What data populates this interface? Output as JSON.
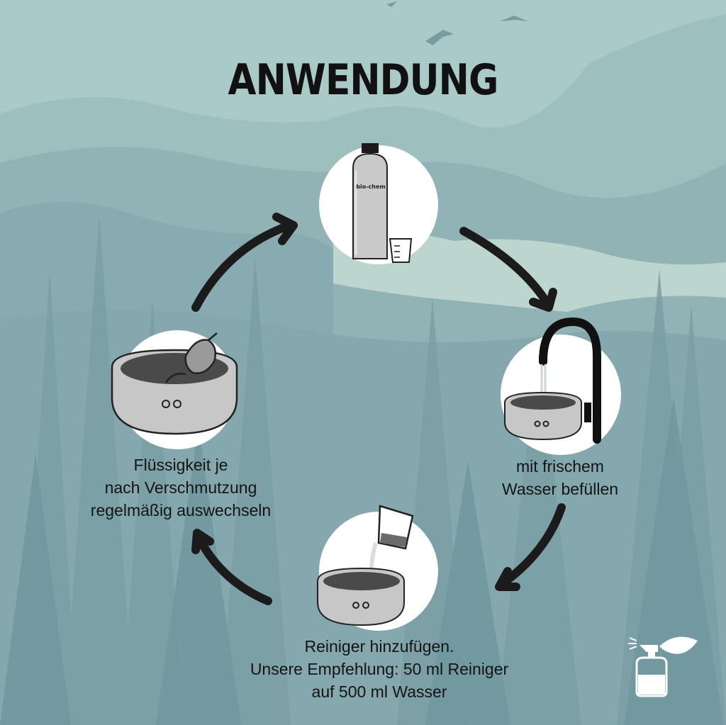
{
  "title": "ANWENDUNG",
  "steps": [
    {
      "id": "bottle",
      "brand_label": "bio-chem",
      "lines": []
    },
    {
      "id": "fill-water",
      "lines": [
        "mit frischem",
        "Wasser befüllen"
      ]
    },
    {
      "id": "add-cleaner",
      "lines": [
        "Reiniger hinzufügen.",
        "Unsere Empfehlung: 50 ml Reiniger",
        "auf 500 ml Wasser"
      ]
    },
    {
      "id": "replace-liquid",
      "lines": [
        "Flüssigkeit je",
        "nach Verschmutzung",
        "regelmäßig auswechseln"
      ]
    }
  ],
  "colors": {
    "sky": "#a7c8c4",
    "mountain": "#8fb1b6",
    "forest": "#7ea3a8",
    "arrow": "#1b1b1b",
    "circle": "#ffffff"
  },
  "icons": [
    "bottle-icon",
    "faucet-icon",
    "measuring-cup-icon",
    "ultrasonic-cleaner-icon",
    "glasses-icon",
    "spray-bottle-leaf-icon"
  ]
}
